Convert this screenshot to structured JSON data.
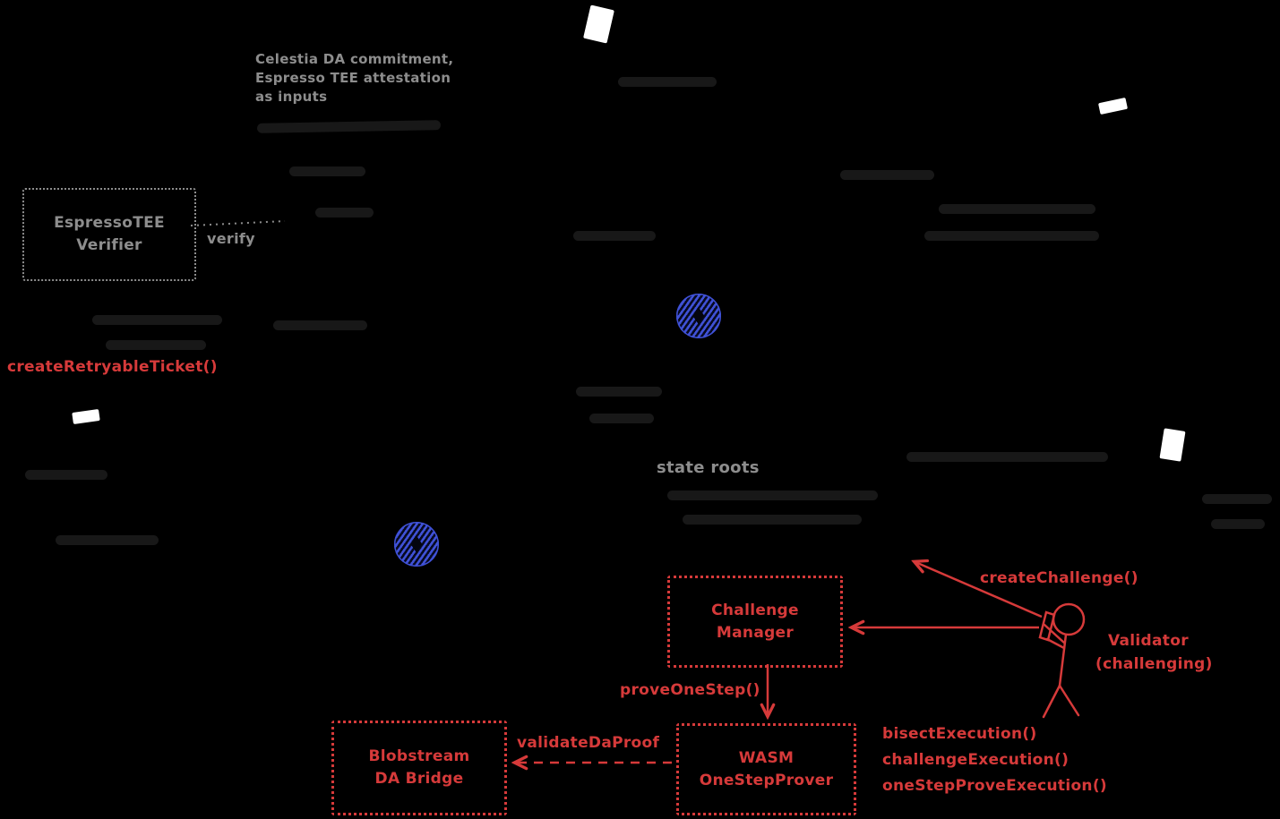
{
  "diagram": {
    "background": "#000000",
    "colors": {
      "gray": "#8d8d8d",
      "red": "#d63a3a",
      "blue": "#3f51d6",
      "white": "#ffffff"
    },
    "notes": {
      "celestia_note_line1": "Celestia DA commitment,",
      "celestia_note_line2": "Espresso TEE attestation",
      "celestia_note_line3": "as inputs",
      "verify_label": "verify",
      "state_roots_label": "state roots"
    },
    "boxes": {
      "espresso_tee_verifier": {
        "line1": "EspressoTEE",
        "line2": "Verifier"
      },
      "challenge_manager": {
        "line1": "Challenge",
        "line2": "Manager"
      },
      "wasm_one_step_prover": {
        "line1": "WASM",
        "line2": "OneStepProver"
      },
      "blobstream_da_bridge": {
        "line1": "Blobstream",
        "line2": "DA Bridge"
      }
    },
    "red_labels": {
      "create_retryable_ticket": "createRetryableTicket()",
      "create_challenge": "createChallenge()",
      "validator_title": "Validator",
      "validator_subtitle": "(challenging)",
      "prove_one_step": "proveOneStep()",
      "validate_da_proof": "validateDaProof",
      "bisect_execution": "bisectExecution()",
      "challenge_execution": "challengeExecution()",
      "one_step_prove_execution": "oneStepProveExecution()"
    },
    "icons": {
      "eth_token_icon": "blue hatched circle with dark diamond",
      "document_icon": "white note card"
    }
  }
}
